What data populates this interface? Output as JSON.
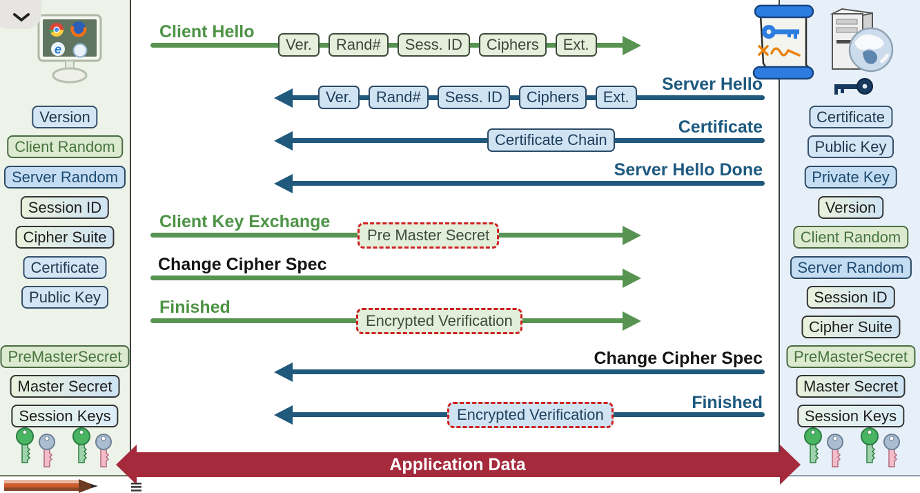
{
  "ui": {
    "collapse_control": "chevron-down"
  },
  "colors": {
    "client_green": "#579351",
    "server_blue": "#20597c",
    "application_red": "#a42a3c",
    "secret_dashed_red": "#cf1f1f",
    "client_panel_bg": "#edf3e8",
    "server_panel_bg": "#e7f0f9"
  },
  "client": {
    "role": "client",
    "items": [
      {
        "label": "Version"
      },
      {
        "label": "Client Random"
      },
      {
        "label": "Server Random"
      },
      {
        "label": "Session ID"
      },
      {
        "label": "Cipher Suite"
      },
      {
        "label": "Certificate"
      },
      {
        "label": "Public Key"
      },
      {
        "label": "PreMasterSecret"
      },
      {
        "label": "Master Secret"
      },
      {
        "label": "Session Keys"
      }
    ]
  },
  "server": {
    "role": "server",
    "items": [
      {
        "label": "Certificate"
      },
      {
        "label": "Public Key"
      },
      {
        "label": "Private Key"
      },
      {
        "label": "Version"
      },
      {
        "label": "Client Random"
      },
      {
        "label": "Server Random"
      },
      {
        "label": "Session ID"
      },
      {
        "label": "Cipher Suite"
      },
      {
        "label": "PreMasterSecret"
      },
      {
        "label": "Master Secret"
      },
      {
        "label": "Session Keys"
      }
    ]
  },
  "messages": [
    {
      "id": "client-hello",
      "from": "client",
      "label": "Client Hello",
      "fields": [
        "Ver.",
        "Rand#",
        "Sess. ID",
        "Ciphers",
        "Ext."
      ]
    },
    {
      "id": "server-hello",
      "from": "server",
      "label": "Server Hello",
      "fields": [
        "Ver.",
        "Rand#",
        "Sess. ID",
        "Ciphers",
        "Ext."
      ]
    },
    {
      "id": "certificate",
      "from": "server",
      "label": "Certificate",
      "payload": "Certificate Chain"
    },
    {
      "id": "server-hello-done",
      "from": "server",
      "label": "Server Hello Done"
    },
    {
      "id": "client-key-exchange",
      "from": "client",
      "label": "Client Key Exchange",
      "payload": "Pre Master Secret"
    },
    {
      "id": "change-cipher-spec-client",
      "from": "client",
      "label": "Change Cipher Spec"
    },
    {
      "id": "finished-client",
      "from": "client",
      "label": "Finished",
      "payload": "Encrypted Verification"
    },
    {
      "id": "change-cipher-spec-server",
      "from": "server",
      "label": "Change Cipher Spec"
    },
    {
      "id": "finished-server",
      "from": "server",
      "label": "Finished",
      "payload": "Encrypted Verification"
    },
    {
      "id": "application-data",
      "from": "both",
      "label": "Application Data"
    }
  ]
}
